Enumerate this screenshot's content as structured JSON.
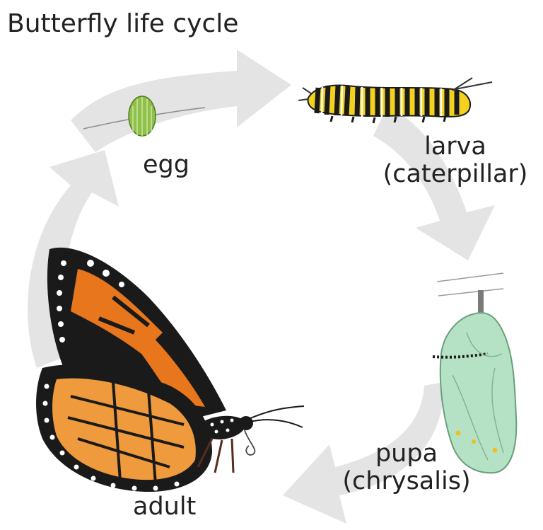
{
  "title": "Butterfly life cycle",
  "stages": {
    "egg": {
      "label": "egg"
    },
    "larva": {
      "label_line1": "larva",
      "label_line2": "(caterpillar)"
    },
    "pupa": {
      "label_line1": "pupa",
      "label_line2": "(chrysalis)"
    },
    "adult": {
      "label": "adult"
    }
  },
  "colors": {
    "arrow": "#e4e4e4",
    "text": "#222222",
    "wing_orange": "#e8761c",
    "wing_black": "#1a1a1a",
    "egg_green": "#8ec04a",
    "chrysalis_green": "#b5e2c4",
    "caterpillar_yellow": "#f2d21f"
  }
}
